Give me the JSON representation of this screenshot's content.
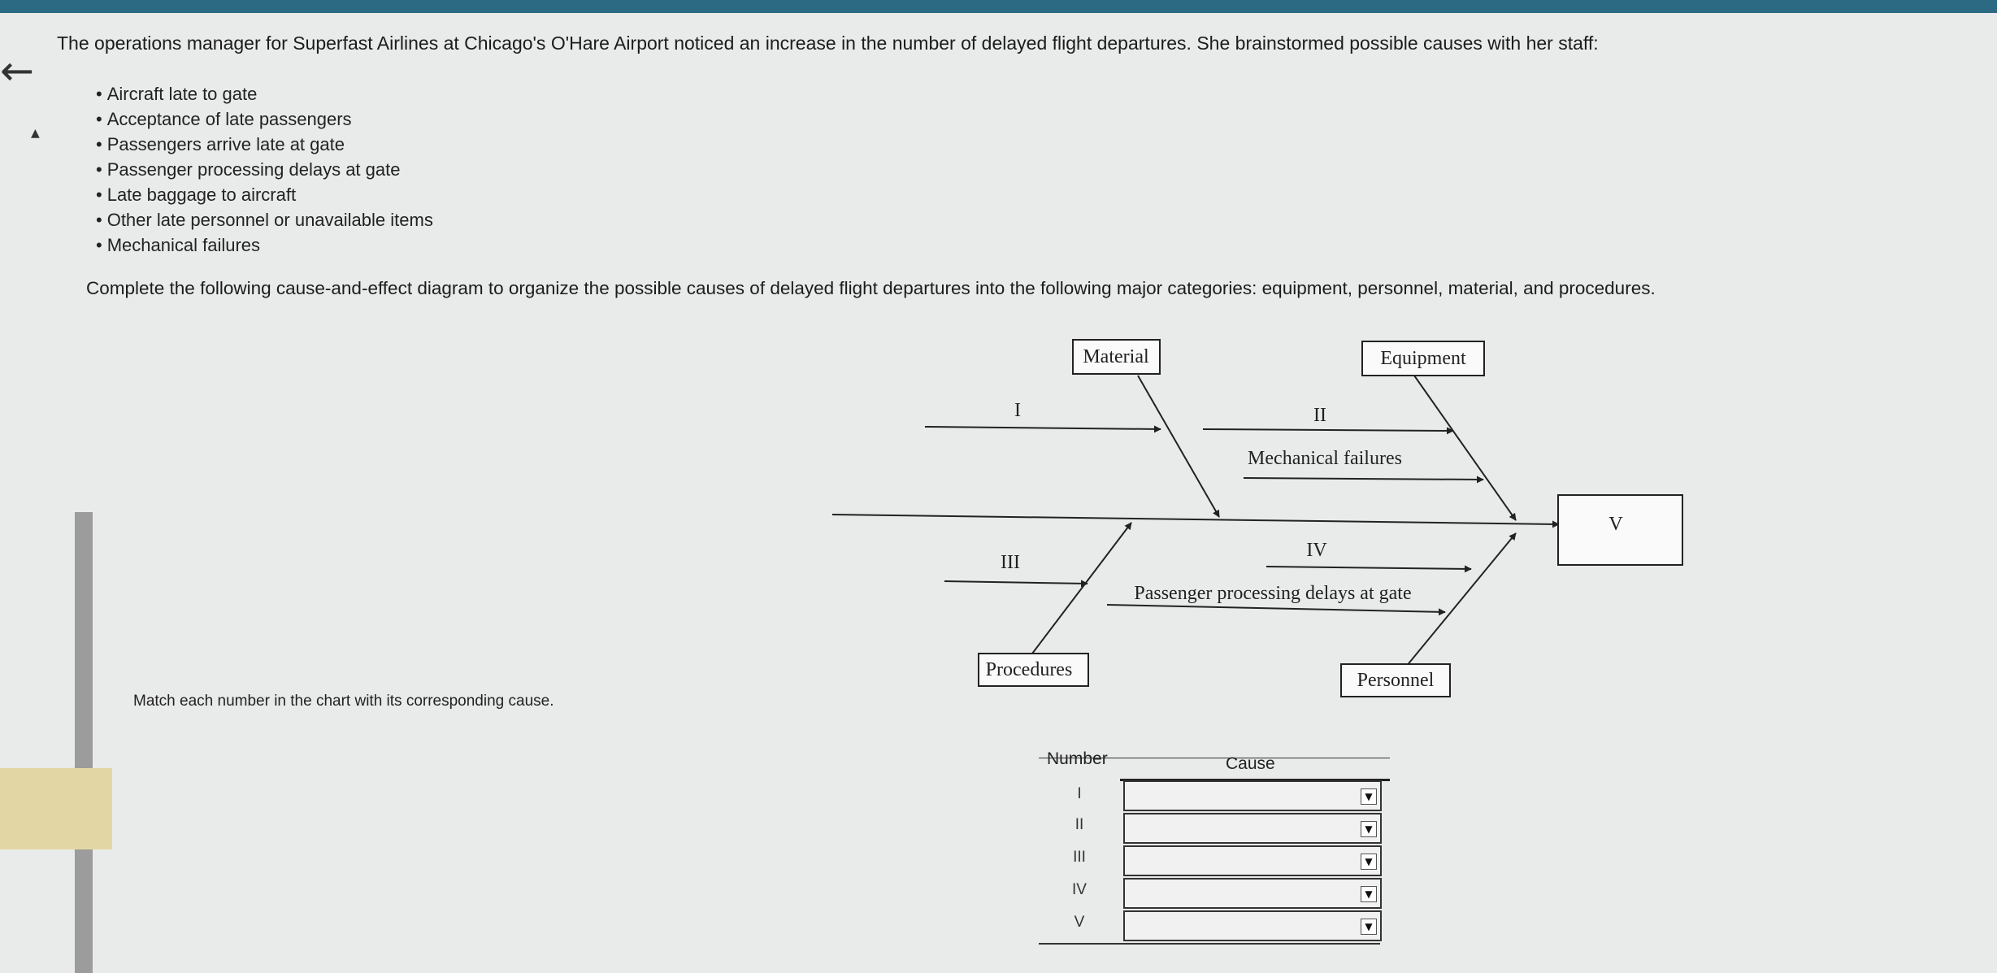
{
  "question": {
    "intro": "The operations manager for Superfast Airlines at Chicago's O'Hare Airport noticed an increase in the number of delayed flight departures. She brainstormed possible causes with her staff:",
    "causes": [
      "Aircraft late to gate",
      "Acceptance of late passengers",
      "Passengers arrive late at gate",
      "Passenger processing delays at gate",
      "Late baggage to aircraft",
      "Other late personnel or unavailable items",
      "Mechanical failures"
    ],
    "instruction": "Complete the following cause-and-effect diagram to organize the possible causes of delayed flight departures into the following major categories: equipment, personnel, material, and procedures.",
    "match_instruction": "Match each number in the chart with its corresponding cause."
  },
  "diagram": {
    "categories": {
      "material": "Material",
      "equipment": "Equipment",
      "procedures": "Procedures",
      "personnel": "Personnel"
    },
    "labels": {
      "i": "I",
      "ii": "II",
      "iii": "III",
      "iv": "IV",
      "v": "V",
      "mechanical": "Mechanical failures",
      "passenger_processing": "Passenger processing delays at gate"
    }
  },
  "table": {
    "header_number": "Number",
    "header_cause": "Cause",
    "rows": [
      {
        "number": "I",
        "cause": ""
      },
      {
        "number": "II",
        "cause": ""
      },
      {
        "number": "III",
        "cause": ""
      },
      {
        "number": "IV",
        "cause": ""
      },
      {
        "number": "V",
        "cause": ""
      }
    ]
  }
}
